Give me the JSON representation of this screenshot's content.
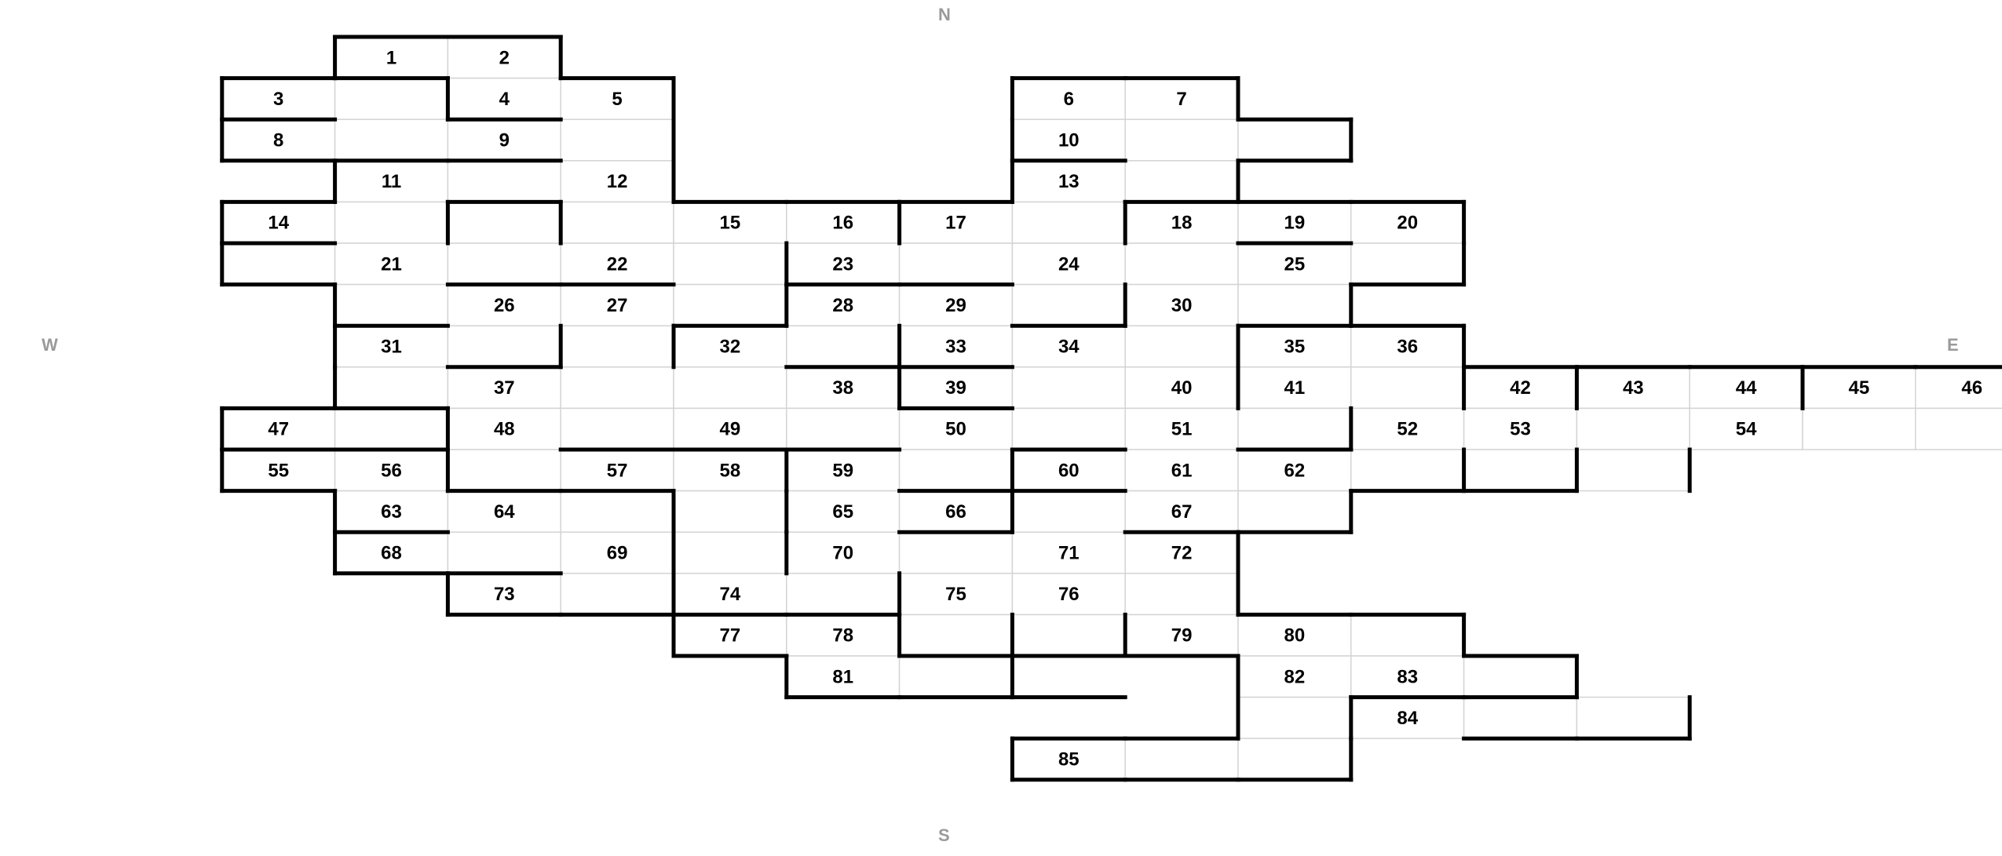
{
  "compass": {
    "north": "N",
    "south": "S",
    "west": "W",
    "east": "E"
  },
  "grid": {
    "cells": [
      [
        0,
        2,
        1
      ],
      [
        0,
        3,
        2
      ],
      [
        1,
        1,
        3
      ],
      [
        1,
        2,
        null
      ],
      [
        1,
        3,
        4
      ],
      [
        1,
        4,
        5
      ],
      [
        1,
        8,
        6
      ],
      [
        1,
        9,
        7
      ],
      [
        2,
        1,
        8
      ],
      [
        2,
        2,
        null
      ],
      [
        2,
        3,
        9
      ],
      [
        2,
        4,
        null
      ],
      [
        2,
        8,
        10
      ],
      [
        2,
        9,
        null
      ],
      [
        2,
        10,
        null
      ],
      [
        3,
        2,
        11
      ],
      [
        3,
        3,
        null
      ],
      [
        3,
        4,
        12
      ],
      [
        3,
        8,
        13
      ],
      [
        3,
        9,
        null
      ],
      [
        4,
        1,
        14
      ],
      [
        4,
        2,
        null
      ],
      [
        4,
        3,
        null
      ],
      [
        4,
        4,
        null
      ],
      [
        4,
        5,
        15
      ],
      [
        4,
        6,
        16
      ],
      [
        4,
        7,
        17
      ],
      [
        4,
        8,
        null
      ],
      [
        4,
        9,
        18
      ],
      [
        4,
        10,
        19
      ],
      [
        4,
        11,
        20
      ],
      [
        5,
        1,
        null
      ],
      [
        5,
        2,
        21
      ],
      [
        5,
        3,
        null
      ],
      [
        5,
        4,
        22
      ],
      [
        5,
        5,
        null
      ],
      [
        5,
        6,
        23
      ],
      [
        5,
        7,
        null
      ],
      [
        5,
        8,
        24
      ],
      [
        5,
        9,
        null
      ],
      [
        5,
        10,
        25
      ],
      [
        5,
        11,
        null
      ],
      [
        6,
        2,
        null
      ],
      [
        6,
        3,
        26
      ],
      [
        6,
        4,
        27
      ],
      [
        6,
        5,
        null
      ],
      [
        6,
        6,
        28
      ],
      [
        6,
        7,
        29
      ],
      [
        6,
        8,
        null
      ],
      [
        6,
        9,
        30
      ],
      [
        6,
        10,
        null
      ],
      [
        7,
        2,
        31
      ],
      [
        7,
        3,
        null
      ],
      [
        7,
        4,
        null
      ],
      [
        7,
        5,
        32
      ],
      [
        7,
        6,
        null
      ],
      [
        7,
        7,
        33
      ],
      [
        7,
        8,
        34
      ],
      [
        7,
        9,
        null
      ],
      [
        7,
        10,
        35
      ],
      [
        7,
        11,
        36
      ],
      [
        8,
        2,
        null
      ],
      [
        8,
        3,
        37
      ],
      [
        8,
        4,
        null
      ],
      [
        8,
        5,
        null
      ],
      [
        8,
        6,
        38
      ],
      [
        8,
        7,
        39
      ],
      [
        8,
        8,
        null
      ],
      [
        8,
        9,
        40
      ],
      [
        8,
        10,
        41
      ],
      [
        8,
        11,
        null
      ],
      [
        8,
        12,
        42
      ],
      [
        8,
        13,
        43
      ],
      [
        8,
        14,
        44
      ],
      [
        8,
        15,
        45
      ],
      [
        8,
        16,
        46
      ],
      [
        9,
        1,
        47
      ],
      [
        9,
        2,
        null
      ],
      [
        9,
        3,
        48
      ],
      [
        9,
        4,
        null
      ],
      [
        9,
        5,
        49
      ],
      [
        9,
        6,
        null
      ],
      [
        9,
        7,
        50
      ],
      [
        9,
        8,
        null
      ],
      [
        9,
        9,
        51
      ],
      [
        9,
        10,
        null
      ],
      [
        9,
        11,
        52
      ],
      [
        9,
        12,
        53
      ],
      [
        9,
        13,
        null
      ],
      [
        9,
        14,
        54
      ],
      [
        9,
        15,
        null
      ],
      [
        9,
        16,
        null
      ],
      [
        10,
        1,
        55
      ],
      [
        10,
        2,
        56
      ],
      [
        10,
        3,
        null
      ],
      [
        10,
        4,
        57
      ],
      [
        10,
        5,
        58
      ],
      [
        10,
        6,
        59
      ],
      [
        10,
        7,
        null
      ],
      [
        10,
        8,
        60
      ],
      [
        10,
        9,
        61
      ],
      [
        10,
        10,
        62
      ],
      [
        10,
        11,
        null
      ],
      [
        10,
        12,
        null
      ],
      [
        10,
        13,
        null
      ],
      [
        11,
        2,
        63
      ],
      [
        11,
        3,
        64
      ],
      [
        11,
        4,
        null
      ],
      [
        11,
        5,
        null
      ],
      [
        11,
        6,
        65
      ],
      [
        11,
        7,
        66
      ],
      [
        11,
        8,
        null
      ],
      [
        11,
        9,
        67
      ],
      [
        11,
        10,
        null
      ],
      [
        12,
        2,
        68
      ],
      [
        12,
        3,
        null
      ],
      [
        12,
        4,
        69
      ],
      [
        12,
        5,
        null
      ],
      [
        12,
        6,
        70
      ],
      [
        12,
        7,
        null
      ],
      [
        12,
        8,
        71
      ],
      [
        12,
        9,
        72
      ],
      [
        13,
        3,
        73
      ],
      [
        13,
        4,
        null
      ],
      [
        13,
        5,
        74
      ],
      [
        13,
        6,
        null
      ],
      [
        13,
        7,
        75
      ],
      [
        13,
        8,
        76
      ],
      [
        13,
        9,
        null
      ],
      [
        14,
        5,
        77
      ],
      [
        14,
        6,
        78
      ],
      [
        14,
        7,
        null
      ],
      [
        14,
        8,
        null
      ],
      [
        14,
        9,
        79
      ],
      [
        14,
        10,
        80
      ],
      [
        14,
        11,
        null
      ],
      [
        15,
        6,
        81
      ],
      [
        15,
        7,
        null
      ],
      [
        15,
        10,
        82
      ],
      [
        15,
        11,
        83
      ],
      [
        15,
        12,
        null
      ],
      [
        16,
        10,
        null
      ],
      [
        16,
        11,
        84
      ],
      [
        16,
        12,
        null
      ],
      [
        16,
        13,
        null
      ],
      [
        17,
        8,
        85
      ],
      [
        17,
        9,
        null
      ],
      [
        17,
        10,
        null
      ]
    ],
    "walls_h": [
      [
        0,
        2
      ],
      [
        0,
        3
      ],
      [
        1,
        1
      ],
      [
        1,
        2
      ],
      [
        1,
        4
      ],
      [
        1,
        8
      ],
      [
        1,
        9
      ],
      [
        2,
        1
      ],
      [
        2,
        3
      ],
      [
        2,
        10
      ],
      [
        3,
        1
      ],
      [
        3,
        2
      ],
      [
        3,
        3
      ],
      [
        3,
        8
      ],
      [
        3,
        10
      ],
      [
        4,
        1
      ],
      [
        4,
        3
      ],
      [
        4,
        5
      ],
      [
        4,
        6
      ],
      [
        4,
        7
      ],
      [
        4,
        9
      ],
      [
        4,
        10
      ],
      [
        4,
        11
      ],
      [
        5,
        1
      ],
      [
        5,
        10
      ],
      [
        6,
        1
      ],
      [
        6,
        3
      ],
      [
        6,
        4
      ],
      [
        6,
        6
      ],
      [
        6,
        7
      ],
      [
        6,
        11
      ],
      [
        7,
        2
      ],
      [
        7,
        5
      ],
      [
        7,
        8
      ],
      [
        7,
        10
      ],
      [
        7,
        11
      ],
      [
        8,
        3
      ],
      [
        8,
        6
      ],
      [
        8,
        7
      ],
      [
        8,
        12
      ],
      [
        8,
        13
      ],
      [
        8,
        14
      ],
      [
        8,
        15
      ],
      [
        8,
        16
      ],
      [
        9,
        1
      ],
      [
        9,
        2
      ],
      [
        9,
        7
      ],
      [
        10,
        1
      ],
      [
        10,
        2
      ],
      [
        10,
        4
      ],
      [
        10,
        5
      ],
      [
        10,
        6
      ],
      [
        10,
        8
      ],
      [
        10,
        10
      ],
      [
        11,
        1
      ],
      [
        11,
        3
      ],
      [
        11,
        4
      ],
      [
        11,
        7
      ],
      [
        11,
        8
      ],
      [
        11,
        11
      ],
      [
        11,
        12
      ],
      [
        12,
        2
      ],
      [
        12,
        7
      ],
      [
        12,
        9
      ],
      [
        12,
        10
      ],
      [
        13,
        2
      ],
      [
        13,
        3
      ],
      [
        14,
        3
      ],
      [
        14,
        4
      ],
      [
        14,
        5
      ],
      [
        14,
        6
      ],
      [
        14,
        10
      ],
      [
        14,
        11
      ],
      [
        15,
        5
      ],
      [
        15,
        7
      ],
      [
        15,
        8
      ],
      [
        15,
        9
      ],
      [
        15,
        12
      ],
      [
        16,
        6
      ],
      [
        16,
        7
      ],
      [
        16,
        8
      ],
      [
        16,
        11
      ],
      [
        16,
        12
      ],
      [
        17,
        8
      ],
      [
        17,
        9
      ],
      [
        17,
        12
      ],
      [
        17,
        13
      ],
      [
        18,
        8
      ],
      [
        18,
        9
      ],
      [
        18,
        10
      ]
    ],
    "walls_v": [
      [
        0,
        2
      ],
      [
        0,
        4
      ],
      [
        1,
        1
      ],
      [
        1,
        3
      ],
      [
        1,
        5
      ],
      [
        1,
        8
      ],
      [
        1,
        10
      ],
      [
        2,
        1
      ],
      [
        2,
        5
      ],
      [
        2,
        8
      ],
      [
        2,
        11
      ],
      [
        3,
        2
      ],
      [
        3,
        5
      ],
      [
        3,
        8
      ],
      [
        3,
        10
      ],
      [
        4,
        1
      ],
      [
        4,
        3
      ],
      [
        4,
        4
      ],
      [
        4,
        7
      ],
      [
        4,
        9
      ],
      [
        4,
        12
      ],
      [
        5,
        1
      ],
      [
        5,
        6
      ],
      [
        5,
        12
      ],
      [
        6,
        2
      ],
      [
        6,
        6
      ],
      [
        6,
        9
      ],
      [
        6,
        11
      ],
      [
        7,
        2
      ],
      [
        7,
        4
      ],
      [
        7,
        5
      ],
      [
        7,
        7
      ],
      [
        7,
        10
      ],
      [
        7,
        12
      ],
      [
        8,
        2
      ],
      [
        8,
        7
      ],
      [
        8,
        10
      ],
      [
        8,
        12
      ],
      [
        8,
        13
      ],
      [
        8,
        15
      ],
      [
        8,
        17
      ],
      [
        9,
        1
      ],
      [
        9,
        3
      ],
      [
        9,
        11
      ],
      [
        9,
        17
      ],
      [
        10,
        1
      ],
      [
        10,
        3
      ],
      [
        10,
        6
      ],
      [
        10,
        8
      ],
      [
        10,
        12
      ],
      [
        10,
        13
      ],
      [
        10,
        14
      ],
      [
        11,
        2
      ],
      [
        11,
        5
      ],
      [
        11,
        6
      ],
      [
        11,
        8
      ],
      [
        11,
        11
      ],
      [
        12,
        2
      ],
      [
        12,
        5
      ],
      [
        12,
        6
      ],
      [
        12,
        10
      ],
      [
        13,
        3
      ],
      [
        13,
        5
      ],
      [
        13,
        7
      ],
      [
        13,
        10
      ],
      [
        14,
        5
      ],
      [
        14,
        7
      ],
      [
        14,
        8
      ],
      [
        14,
        9
      ],
      [
        14,
        12
      ],
      [
        15,
        6
      ],
      [
        15,
        8
      ],
      [
        15,
        10
      ],
      [
        15,
        13
      ],
      [
        16,
        10
      ],
      [
        16,
        11
      ],
      [
        16,
        14
      ],
      [
        17,
        8
      ],
      [
        17,
        11
      ]
    ]
  }
}
